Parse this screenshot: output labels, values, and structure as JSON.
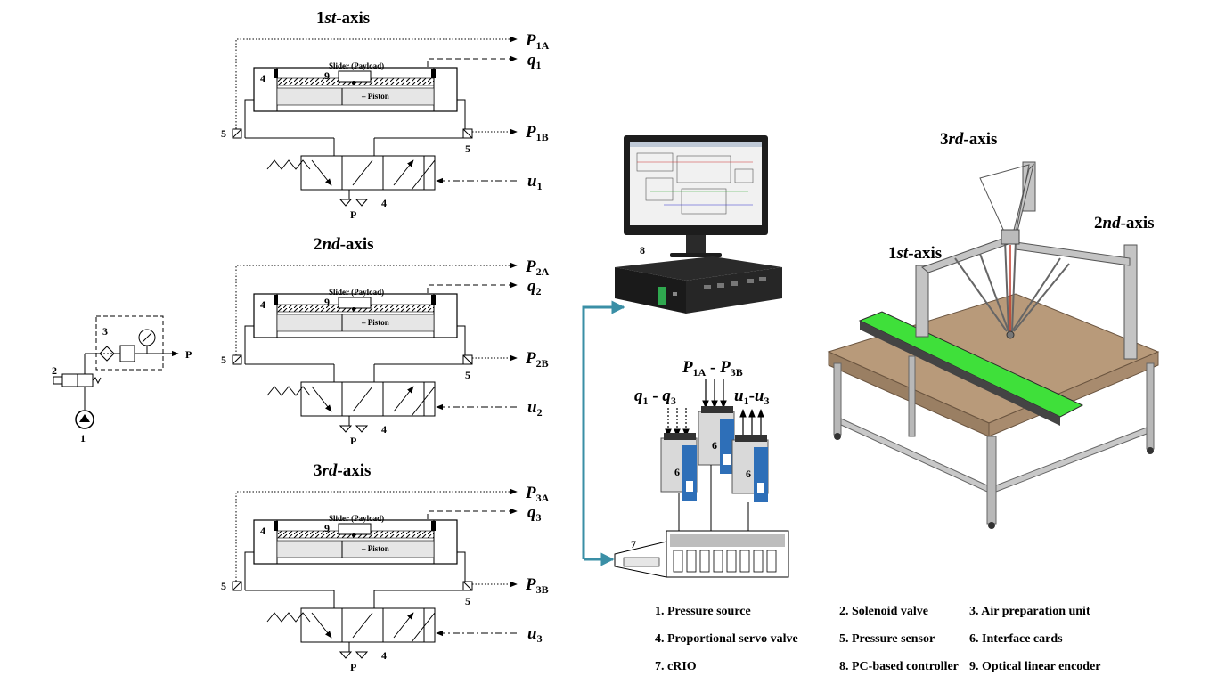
{
  "axes": [
    {
      "title_num": "1",
      "title_suffix": "st",
      "title_rest": "-axis",
      "pa_sub": "1A",
      "pb_sub": "1B",
      "q_sub": "1",
      "u_sub": "1"
    },
    {
      "title_num": "2",
      "title_suffix": "nd",
      "title_rest": "-axis",
      "pa_sub": "2A",
      "pb_sub": "2B",
      "q_sub": "2",
      "u_sub": "2"
    },
    {
      "title_num": "3",
      "title_suffix": "rd",
      "title_rest": "-axis",
      "pa_sub": "3A",
      "pb_sub": "3B",
      "q_sub": "3",
      "u_sub": "3"
    }
  ],
  "axis_labels": {
    "slider": "Slider (Payload)",
    "piston": "Piston",
    "P": "P",
    "q": "q",
    "u": "u",
    "supply": "P"
  },
  "numbers": {
    "n1": "1",
    "n2": "2",
    "n3": "3",
    "n4": "4",
    "n5": "5",
    "n6": "6",
    "n7": "7",
    "n8": "8",
    "n9": "9"
  },
  "cards": {
    "q_range_a": "q",
    "q_range_a_sub": "1",
    "q_range_dash": " - ",
    "q_range_b": "q",
    "q_range_b_sub": "3",
    "p_range_a": "P",
    "p_range_a_sub": "1A",
    "p_range_dash": " - ",
    "p_range_b": "P",
    "p_range_b_sub": "3B",
    "u_range_a": "u",
    "u_range_a_sub": "1",
    "u_range_dash": "-",
    "u_range_b": "u",
    "u_range_b_sub": "3"
  },
  "robot": {
    "axis1": {
      "num": "1",
      "suffix": "st",
      "rest": "-axis"
    },
    "axis2": {
      "num": "2",
      "suffix": "nd",
      "rest": "-axis"
    },
    "axis3": {
      "num": "3",
      "suffix": "rd",
      "rest": "-axis"
    }
  },
  "legend": [
    "1. Pressure source",
    "2. Solenoid valve",
    "3. Air preparation unit",
    "4. Proportional servo valve",
    "5. Pressure sensor",
    "6. Interface cards",
    "7. cRIO",
    "8. PC-based controller",
    "9. Optical linear encoder"
  ],
  "colors": {
    "teal_arrow": "#3a8fa6",
    "card_blue": "#2e6fb8",
    "belt_green": "#3fe03a",
    "table_wood": "#b89a7a",
    "frame_gray": "#b8b8b8"
  }
}
